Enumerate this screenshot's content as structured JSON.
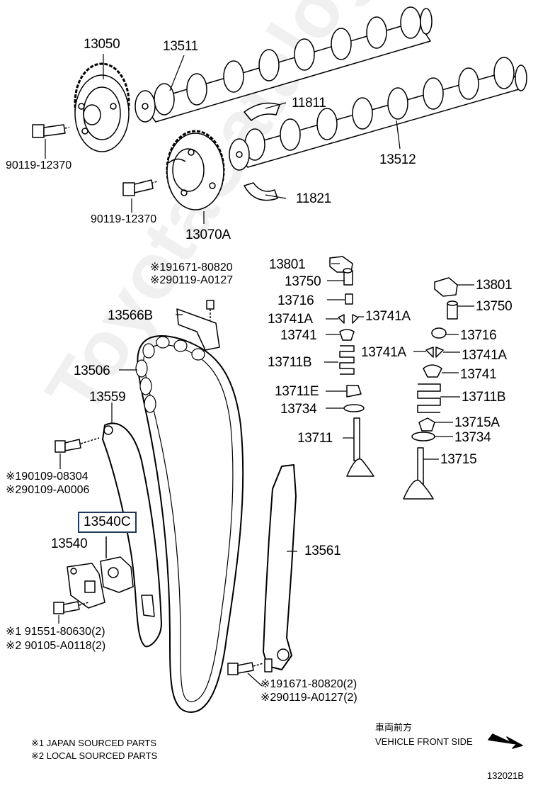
{
  "labels": {
    "camshaft_gear_intake": "13050",
    "camshaft_intake": "13511",
    "bolt_a": "90119-12370",
    "bearing_upper": "11811",
    "camshaft_exhaust": "13512",
    "bolt_b": "90119-12370",
    "bearing_lower": "11821",
    "camshaft_gear_exhaust": "13070A",
    "guide_bolt_1": "※191671-80820",
    "guide_bolt_2": "※290119-A0127",
    "chain_guide": "13566B",
    "chain": "13506",
    "slipper": "13559",
    "slipper_bolt_1": "※190109-08304",
    "slipper_bolt_2": "※290109-A0006",
    "tensioner_gasket": "13540C",
    "tensioner": "13540",
    "tensioner_bolt_1": "※1 91551-80630(2)",
    "tensioner_bolt_2": "※2 90105-A0118(2)",
    "damper": "13561",
    "damper_bolt_1": "※191671-80820(2)",
    "damper_bolt_2": "※290119-A0127(2)",
    "rocker_l": "13801",
    "adjuster_l": "13750",
    "lifter_l": "13716",
    "keeper_l_a": "13741A",
    "keeper_l_b": "13741A",
    "retainer_l": "13741",
    "spring_l": "13711B",
    "seat_l": "13711E",
    "washer_l": "13734",
    "valve_l": "13711",
    "rocker_r": "13801",
    "adjuster_r": "13750",
    "lifter_r": "13716",
    "keeper_r_a": "13741A",
    "keeper_r_b": "13741A",
    "retainer_r": "13741",
    "spring_r": "13711B",
    "seal_r": "13715A",
    "washer_r": "13734",
    "valve_r": "13715"
  },
  "notes": {
    "japan": "※1 JAPAN SOURCED PARTS",
    "local": "※2 LOCAL SOURCED PARTS",
    "front_jp": "車両前方",
    "front_en": "VEHICLE FRONT SIDE",
    "diagram_code": "132021B"
  },
  "watermark": "ToyotaCatalog.ru",
  "colors": {
    "highlight_border": "#1f3a5a",
    "line": "#000000"
  }
}
